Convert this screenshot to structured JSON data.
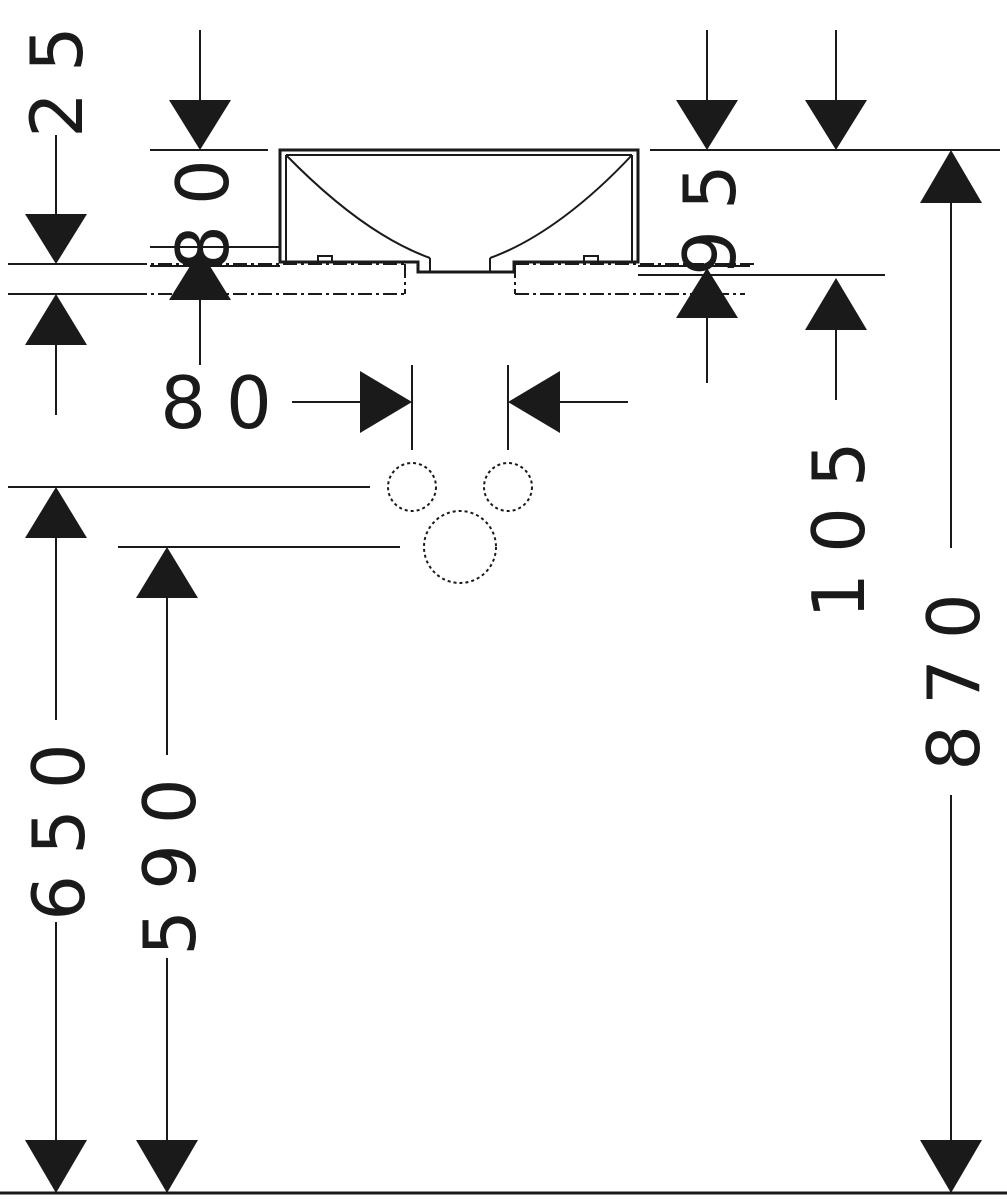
{
  "dimensions": {
    "d25": "25",
    "d80_top": "80",
    "d95": "95",
    "d80_spacing": "80",
    "d105": "105",
    "d650": "650",
    "d590": "590",
    "d870": "870"
  },
  "colors": {
    "ink": "#1a1a1a",
    "paper": "#ffffff"
  }
}
